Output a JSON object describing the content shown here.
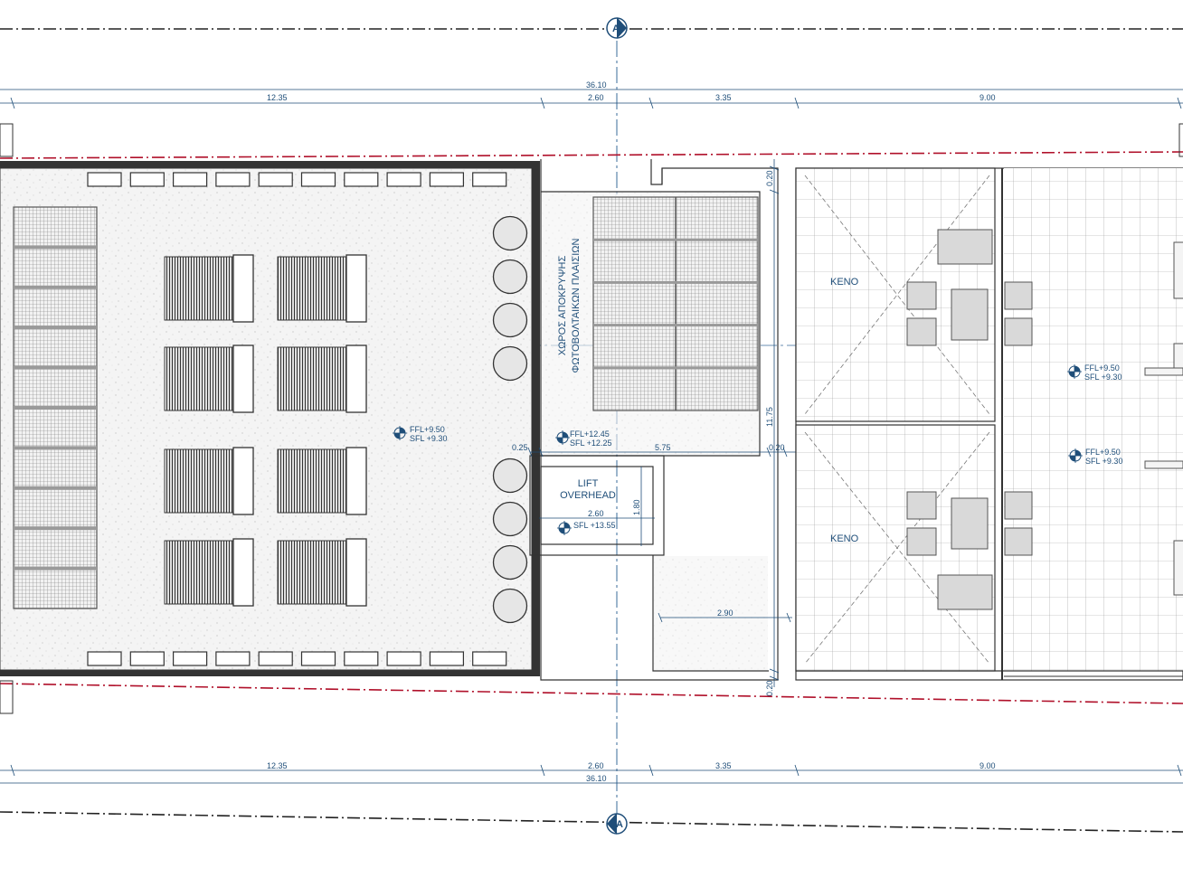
{
  "section_markers": {
    "top": "A",
    "bottom": "A"
  },
  "dimensions": {
    "overall_top": "36.10",
    "overall_bottom": "36.10",
    "top_segments": [
      "12.35",
      "2.60",
      "3.35",
      "9.00"
    ],
    "bottom_segments": [
      "12.35",
      "2.60",
      "3.35",
      "9.00"
    ],
    "wall_top": "0.20",
    "wall_bottom": "0.20",
    "vertical_total": "11.75",
    "mid_left": "0.25",
    "mid_center": "5.75",
    "mid_right": "0.20",
    "lift_width": "2.60",
    "lift_depth": "1.80",
    "stair_width": "2.90"
  },
  "labels": {
    "pv_area_line1": "ΧΩΡΟΣ ΑΠΟΚΡΥΨΗΣ",
    "pv_area_line2": "ΦΩΤΟΒΟΛΤΑΙΚΩΝ ΠΛΑΙΣΙΩΝ",
    "lift_line1": "LIFT",
    "lift_line2": "OVERHEAD",
    "void_1": "ΚΕΝΟ",
    "void_2": "ΚΕΝΟ"
  },
  "levels": {
    "roof_ffl": "FFL+9.50",
    "roof_sfl": "SFL +9.30",
    "core_ffl": "FFL+12.45",
    "core_sfl": "SFL +12.25",
    "lift_sfl": "SFL +13.55",
    "right1_ffl": "FFL+9.50",
    "right1_sfl": "SFL +9.30",
    "right2_ffl": "FFL+9.50",
    "right2_sfl": "SFL +9.30"
  },
  "colors": {
    "dimension": "#1f4e79",
    "property_line": "#b0102a",
    "axis": "#222222",
    "wall": "#333333",
    "equipment": "#555555",
    "furniture": "#d9d9d9"
  }
}
